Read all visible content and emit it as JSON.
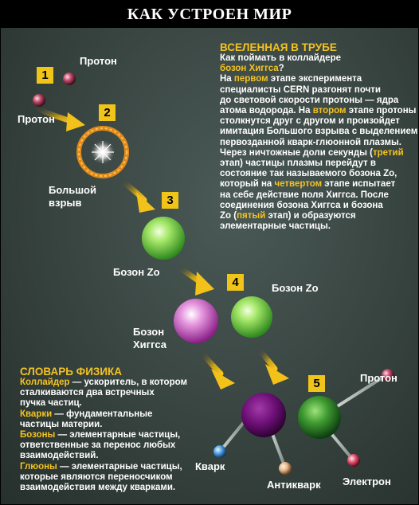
{
  "header": {
    "title": "КАК УСТРОЕН МИР"
  },
  "steps": [
    "1",
    "2",
    "3",
    "4",
    "5"
  ],
  "labels": {
    "proton_top": "Протон",
    "proton_left": "Протон",
    "big_bang_1": "Большой",
    "big_bang_2": "взрыв",
    "boson_zo_3": "Бозон Zo",
    "boson_zo_4": "Бозон Zo",
    "higgs_1": "Бозон",
    "higgs_2": "Хиггса",
    "proton_5": "Протон",
    "quark": "Кварк",
    "antiquark": "Антикварк",
    "electron": "Электрон"
  },
  "article": {
    "title": "ВСЕЛЕННАЯ В ТРУБЕ",
    "lines": [
      {
        "t": "Как поймать в коллайдере"
      },
      {
        "hl": "бозон Хиггса",
        "t": "?"
      },
      {
        "t": "На ",
        "hl": "первом",
        "t2": " этапе эксперимента"
      },
      {
        "t": "специалисты CERN разгонят почти"
      },
      {
        "t": "до световой скорости протоны — ядра"
      },
      {
        "t": "атома водорода. На ",
        "hl": "втором",
        "t2": " этапе протоны"
      },
      {
        "t": "столкнутся друг с другом и произойдет"
      },
      {
        "t": "имитация Большого взрыва с выделением"
      },
      {
        "t": "первозданной кварк-глюонной плазмы."
      },
      {
        "t": "Через ничтожные доли секунды (",
        "hl": "третий",
        "t2": ""
      },
      {
        "t": "этап) частицы плазмы перейдут в"
      },
      {
        "t": "состояние так называемого бозона Zo,"
      },
      {
        "t": "который на ",
        "hl": "четвертом",
        "t2": " этапе  испытает"
      },
      {
        "t": "на себе действие поля Хиггса. После"
      },
      {
        "t": "соединения бозона Хиггса и бозона"
      },
      {
        "t": "Zo (",
        "hl": "пятый",
        "t2": " этап) и образуются"
      },
      {
        "t": "элементарные частицы."
      }
    ]
  },
  "glossary": {
    "title": "СЛОВАРЬ ФИЗИКА",
    "lines": [
      {
        "hl": "Коллайдер",
        "t": " — ускоритель, в котором"
      },
      {
        "t": "сталкиваются два встречных"
      },
      {
        "t": "пучка частиц."
      },
      {
        "hl": "Кварки",
        "t": " — фундаментальные"
      },
      {
        "t": "частицы материи."
      },
      {
        "hl": "Бозоны",
        "t": " — элементарные частицы,"
      },
      {
        "t": "ответственные за перенос любых"
      },
      {
        "t": "взаимодействий."
      },
      {
        "hl": "Глюоны",
        "t": " — элементарные частицы,"
      },
      {
        "t": "которые являются переносчиком"
      },
      {
        "t": "взаимодействия между кварками."
      }
    ]
  },
  "colors": {
    "accent": "#f4c321",
    "header_bg": "#000000",
    "text": "#ffffff",
    "boson_zo": "#7ed957",
    "higgs": "#d86bd0",
    "dark_purple": "#6a0d73",
    "dark_green": "#1f7a2b"
  }
}
